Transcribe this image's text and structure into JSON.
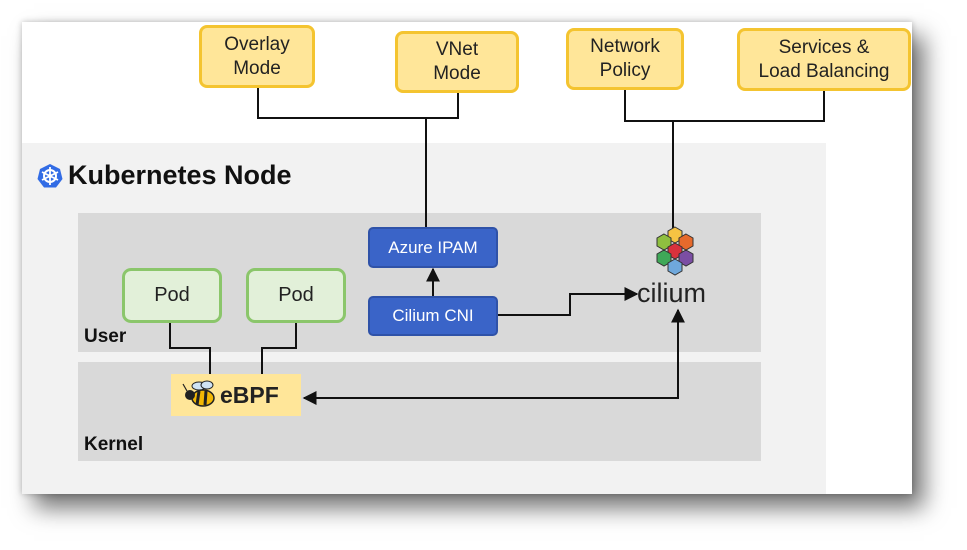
{
  "title": "Kubernetes Node",
  "top_boxes": {
    "overlay": "Overlay\nMode",
    "vnet": "VNet\nMode",
    "network_policy": "Network\nPolicy",
    "services": "Services &\nLoad Balancing"
  },
  "layers": {
    "user": "User",
    "kernel": "Kernel"
  },
  "pods": [
    "Pod",
    "Pod"
  ],
  "blue_boxes": {
    "azure_ipam": "Azure IPAM",
    "cilium_cni": "Cilium CNI"
  },
  "ebpf_label": "eBPF",
  "cilium_label": "cilium",
  "colors": {
    "yellow_fill": "#ffe699",
    "yellow_border": "#f4c430",
    "green_fill": "#e2f0d9",
    "green_border": "#8bc66b",
    "blue_fill": "#3a64c8",
    "k8s_blue": "#326ce5",
    "hex_colors": [
      "#f6c343",
      "#e66a2c",
      "#8fbf3f",
      "#d8323c",
      "#7b4ea3",
      "#3fa858",
      "#e74c3c"
    ]
  },
  "icons": {
    "kubernetes": "kubernetes-helm-icon",
    "ebpf": "bee-icon",
    "cilium": "hexagon-cluster-icon"
  }
}
